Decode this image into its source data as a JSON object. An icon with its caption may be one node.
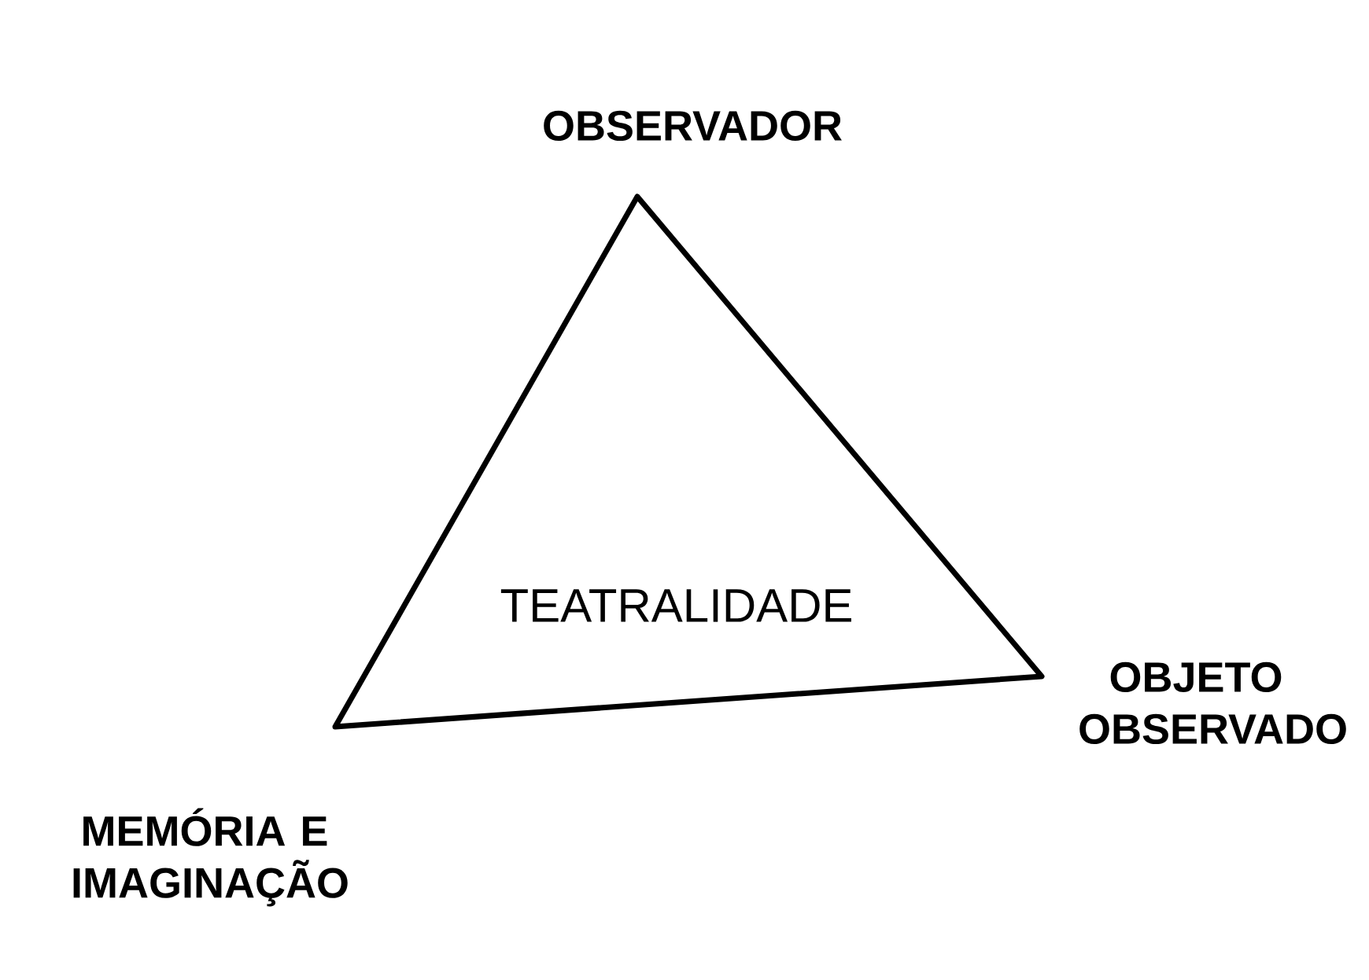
{
  "diagram": {
    "nodes": [
      {
        "text": [
          "TEATRALIDADE"
        ]
      }
    ],
    "labels": [
      "OBSERVADOR",
      "OBJETO OBSERVADO",
      "MEMÓRIA E IMAGINAÇÃO"
    ]
  }
}
